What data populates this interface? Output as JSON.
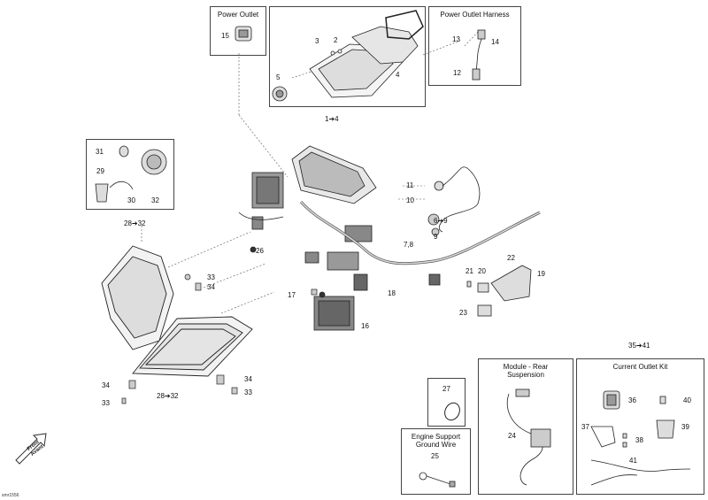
{
  "boxes": {
    "power_outlet": "Power Outlet",
    "power_outlet_harness": "Power Outlet Harness",
    "module_rear_suspension": "Module - Rear\nSuspension",
    "current_outlet_kit": "Current Outlet Kit",
    "engine_support_ground_wire": "Engine Support\nGround Wire"
  },
  "callouts": {
    "c1_4": "1➔4",
    "c2": "2",
    "c3": "3",
    "c4": "4",
    "c5": "5",
    "c6_9": "6➔9",
    "c7_8": "7,8",
    "c9": "9",
    "c10": "10",
    "c11": "11",
    "c12": "12",
    "c13": "13",
    "c14": "14",
    "c15": "15",
    "c16": "16",
    "c17": "17",
    "c18": "18",
    "c19": "19",
    "c20": "20",
    "c21": "21",
    "c22": "22",
    "c23": "23",
    "c24": "24",
    "c25": "25",
    "c26": "26",
    "c27": "27",
    "c28_32_top": "28➔32",
    "c28_32_bottom": "28➔32",
    "c29": "29",
    "c30": "30",
    "c31": "31",
    "c32": "32",
    "c33_a": "33",
    "c34_a": "34",
    "c34_b": "34",
    "c33_b": "33",
    "c34_c": "34",
    "c33_c": "33",
    "c35_41": "35➔41",
    "c36": "36",
    "c37": "37",
    "c38": "38",
    "c39": "39",
    "c40": "40",
    "c41": "41"
  },
  "front_label": "Front\nAvant",
  "doc_code": "smr1556"
}
